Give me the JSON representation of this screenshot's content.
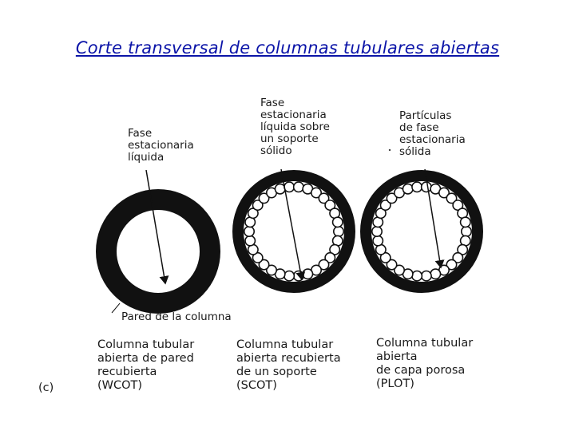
{
  "title": "Corte transversal de columnas tubulares abiertas",
  "labels": {
    "liquid_phase": "Fase\nestacionaria\nlíquida",
    "liquid_on_support": "Fase\nestacionaria\nlíquida sobre\nun soporte\nsólido",
    "solid_particles": "Partículas\nde fase\nestacionaria\nsólida",
    "column_wall": "Pared de la columna"
  },
  "captions": {
    "wcot": "Columna tubular\nabierta de pared\nrecubierta\n(WCOT)",
    "scot": "Columna tubular\nabierta recubierta\nde un soporte\n(SCOT)",
    "plot": "Columna tubular\nabierta\nde capa porosa\n(PLOT)"
  },
  "panel_letter": "(c)",
  "colors": {
    "title": "#0b14a8",
    "ring": "#111111"
  }
}
